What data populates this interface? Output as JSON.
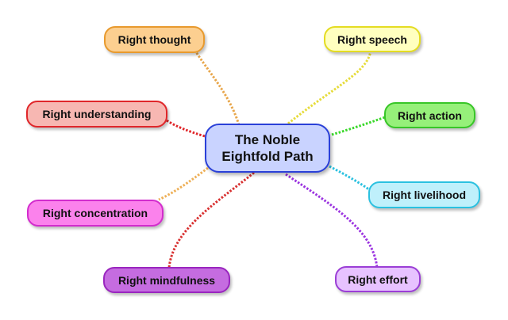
{
  "center": {
    "line1": "The Noble",
    "line2": "Eightfold Path",
    "fill": "#c9d3ff",
    "border": "#2a40d8"
  },
  "branches": [
    {
      "id": "thought",
      "label": "Right thought",
      "fill": "#fccf90",
      "border": "#e89a2e",
      "line": "#e8a64a"
    },
    {
      "id": "speech",
      "label": "Right speech",
      "fill": "#ffffbf",
      "border": "#e4dc22",
      "line": "#e6dc3a"
    },
    {
      "id": "understanding",
      "label": "Right understanding",
      "fill": "#f7b7b2",
      "border": "#e0262a",
      "line": "#e0262a"
    },
    {
      "id": "action",
      "label": "Right action",
      "fill": "#96f07a",
      "border": "#38c628",
      "line": "#3ad82a"
    },
    {
      "id": "livelihood",
      "label": "Right livelihood",
      "fill": "#bff0fb",
      "border": "#2bc1e0",
      "line": "#2bc1e0"
    },
    {
      "id": "concentration",
      "label": "Right concentration",
      "fill": "#fb82ec",
      "border": "#d32ccd",
      "line": "#eeb058"
    },
    {
      "id": "mindfulness",
      "label": "Right mindfulness",
      "fill": "#c56ce0",
      "border": "#9a26bf",
      "line": "#d83030"
    },
    {
      "id": "effort",
      "label": "Right effort",
      "fill": "#e7c2ff",
      "border": "#9b3ed6",
      "line": "#9b33e0"
    }
  ]
}
